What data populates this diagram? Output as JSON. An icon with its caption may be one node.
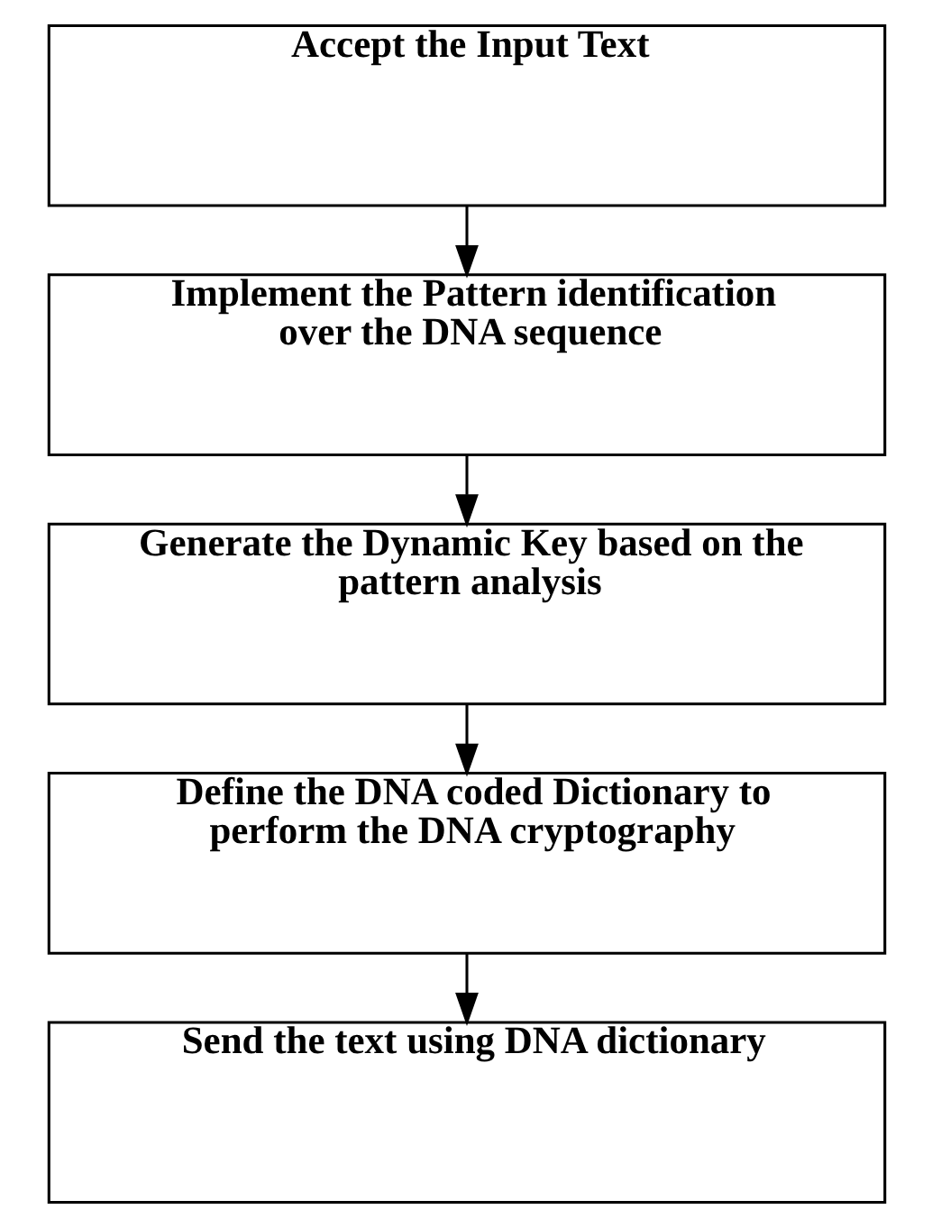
{
  "diagram": {
    "nodes": [
      {
        "text": [
          "Accept the Input Text"
        ]
      },
      {
        "text": [
          "Implement the Pattern identification over the DNA sequence"
        ]
      },
      {
        "text": [
          "Generate the Dynamic Key based on the pattern analysis"
        ]
      },
      {
        "text": [
          "Define the DNA coded Dictionary to perform the DNA cryptography"
        ]
      },
      {
        "text": [
          "Send the text using DNA dictionary"
        ]
      }
    ],
    "edges": [
      {
        "from": 0,
        "to": 1,
        "arrow": "to"
      },
      {
        "from": 1,
        "to": 2,
        "arrow": "to"
      },
      {
        "from": 2,
        "to": 3,
        "arrow": "to"
      },
      {
        "from": 3,
        "to": 4,
        "arrow": "to"
      }
    ]
  }
}
